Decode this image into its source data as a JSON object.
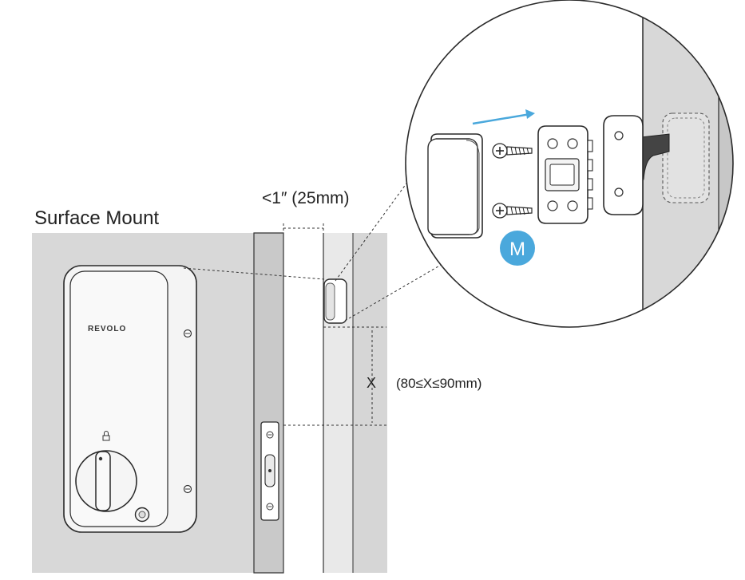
{
  "diagram": {
    "title": "Surface Mount",
    "gap_label": "<1″ (25mm)",
    "distance_symbol": "X",
    "distance_range": "(80≤X≤90mm)",
    "brand": "REVOLO",
    "part_marker": "M",
    "colors": {
      "wall": "#d8d8d8",
      "wall_shade": "#c4c4c4",
      "door_edge": "#e8e8e8",
      "outline": "#2a2a2a",
      "lock_body": "#f7f7f7",
      "marker_circle": "#4aa8dc",
      "arrow": "#4aa8dc"
    }
  }
}
